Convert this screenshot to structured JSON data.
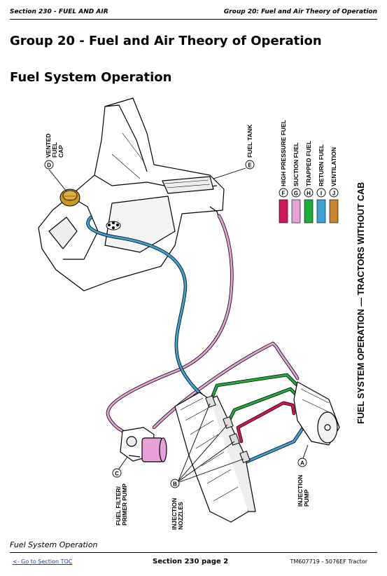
{
  "header": {
    "left": "Section 230 - FUEL AND AIR",
    "right": "Group 20: Fuel and Air Theory of Operation"
  },
  "group_title": "Group 20 - Fuel and Air Theory of Operation",
  "section_title": "Fuel System Operation",
  "diagram": {
    "side_title": "FUEL SYSTEM OPERATION — TRACTORS WITHOUT CAB",
    "callouts": {
      "d": {
        "letter": "D",
        "lines": [
          "VENTED",
          "FUEL",
          "CAP"
        ]
      },
      "e": {
        "letter": "E",
        "lines": [
          "FUEL TANK"
        ]
      },
      "c": {
        "letter": "C",
        "lines": [
          "FUEL FILTER/",
          "PRIMER PUMP"
        ]
      },
      "b": {
        "letter": "B",
        "lines": [
          "INJECTION",
          "NOZZLES"
        ]
      },
      "a": {
        "letter": "A",
        "lines": [
          "INJECTION",
          "PUMP"
        ]
      }
    },
    "legend": [
      {
        "letter": "F",
        "label": "HIGH PRESSURE FUEL",
        "color": "#d4145a"
      },
      {
        "letter": "G",
        "label": "SUCTION FUEL",
        "color": "#e8a0d8"
      },
      {
        "letter": "H",
        "label": "TRAPPED FUEL",
        "color": "#1fae3a"
      },
      {
        "letter": "I",
        "label": "RETURN FUEL",
        "color": "#3aa3d8"
      },
      {
        "letter": "J",
        "label": "VENTILATION",
        "color": "#c8842a"
      }
    ]
  },
  "caption": "Fuel System Operation",
  "footer": {
    "link": "<- Go to Section TOC",
    "page": "Section 230 page 2",
    "doc": "TM607719 - 5076EF Tractor"
  }
}
